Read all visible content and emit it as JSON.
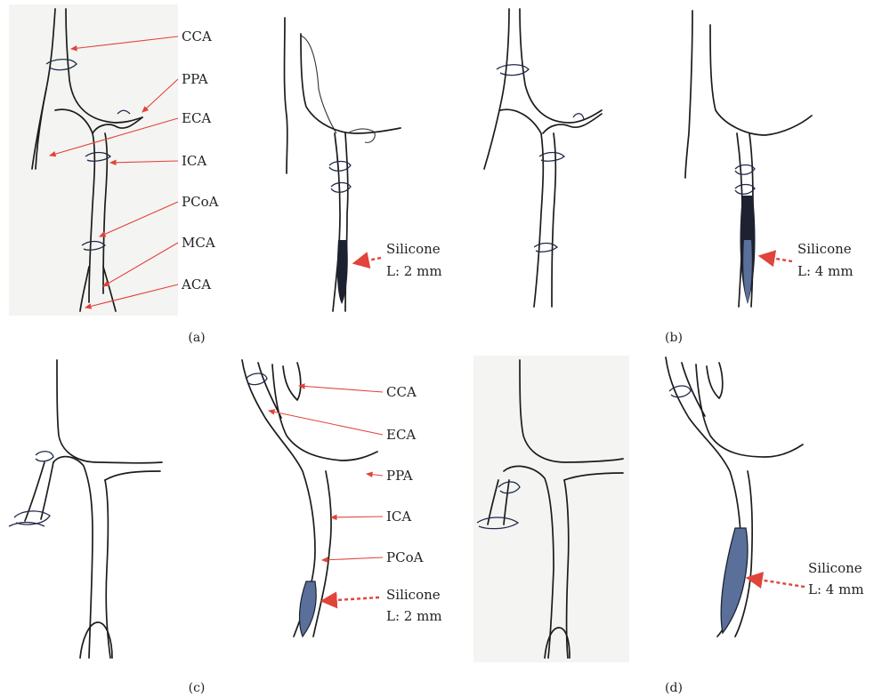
{
  "labels": {
    "cca": "CCA",
    "ppa": "PPA",
    "eca": "ECA",
    "ica": "ICA",
    "pcoa": "PCoA",
    "mca": "MCA",
    "aca": "ACA",
    "silicone": "Silicone",
    "len2": "L: 2 mm",
    "len4": "L: 4 mm"
  },
  "panels": {
    "a": "(a)",
    "b": "(b)",
    "c": "(c)",
    "d": "(d)"
  },
  "colors": {
    "pointer": "#e0443a",
    "vessel": "#1c1c1c",
    "silicone_dark": "#1e2230",
    "silicone_blue": "#5a6f9a"
  }
}
